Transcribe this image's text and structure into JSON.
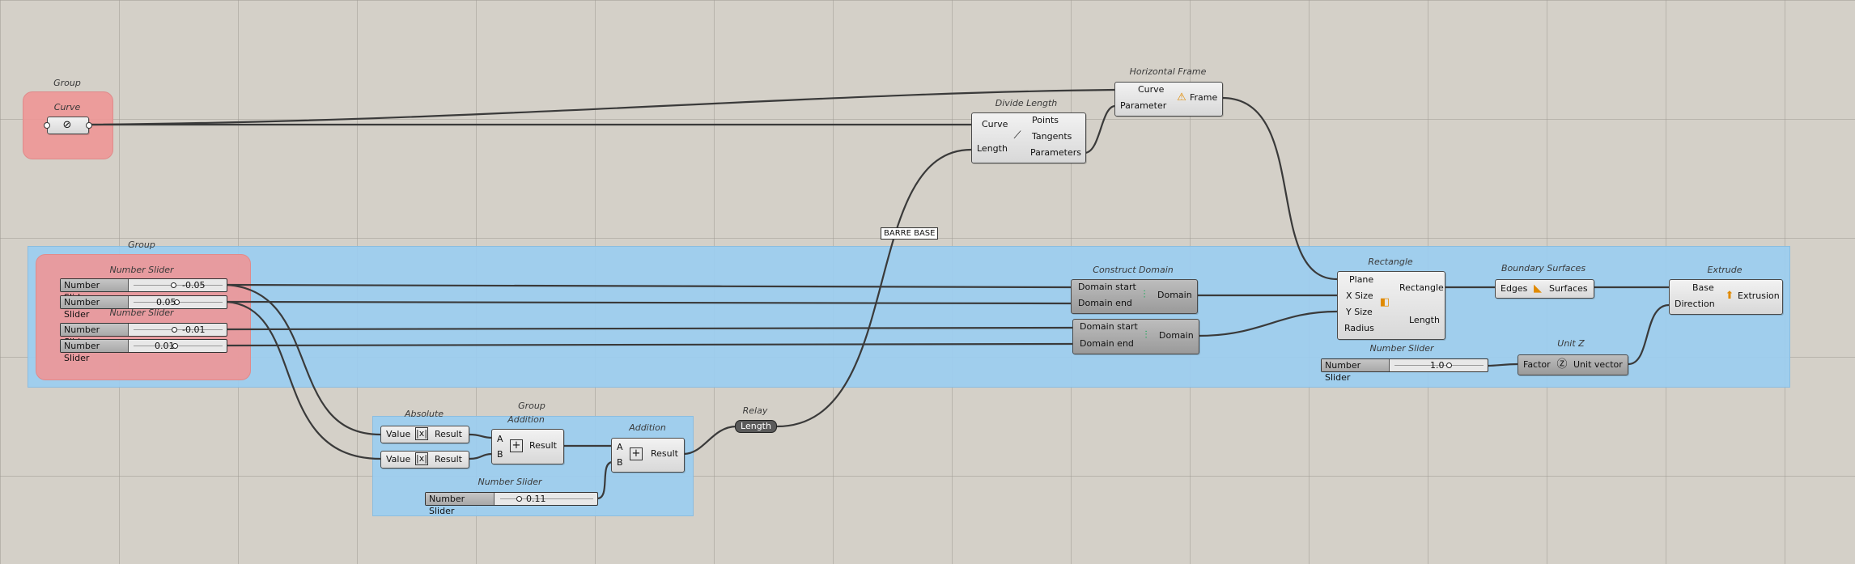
{
  "group_labels": {
    "curve_group": "Group",
    "slider_group": "Group",
    "math_group": "Group"
  },
  "curve_param": {
    "title": "Curve"
  },
  "divide_length": {
    "title": "Divide Length",
    "in1": "Curve",
    "in2": "Length",
    "out1": "Points",
    "out2": "Tangents",
    "out3": "Parameters"
  },
  "horizontal_frame": {
    "title": "Horizontal Frame",
    "in1": "Curve",
    "in2": "Parameter",
    "out1": "Frame"
  },
  "panel_label": "BARRE BASE",
  "number_slider_caption": "Number Slider",
  "sliders": [
    {
      "name": "Number Slider",
      "value": "-0.05"
    },
    {
      "name": "Number Slider",
      "value": "0.05"
    },
    {
      "name": "Number Slider",
      "value": "-0.01"
    },
    {
      "name": "Number Slider",
      "value": "0.01"
    }
  ],
  "construct_domain": {
    "title": "Construct Domain",
    "in1": "Domain start",
    "in2": "Domain end",
    "out1": "Domain"
  },
  "rectangle": {
    "title": "Rectangle",
    "in1": "Plane",
    "in2": "X Size",
    "in3": "Y Size",
    "in4": "Radius",
    "out1": "Rectangle",
    "out2": "Length"
  },
  "boundary_surfaces": {
    "title": "Boundary Surfaces",
    "in1": "Edges",
    "out1": "Surfaces"
  },
  "extrude": {
    "title": "Extrude",
    "in1": "Base",
    "in2": "Direction",
    "out1": "Extrusion"
  },
  "unit_z": {
    "title": "Unit Z",
    "in1": "Factor",
    "out1": "Unit vector"
  },
  "slider_z": {
    "caption": "Number Slider",
    "name": "Number Slider",
    "value": "1.0"
  },
  "absolute": {
    "title": "Absolute",
    "in1": "Value",
    "out1": "Result"
  },
  "addition1": {
    "title": "Addition",
    "in1": "A",
    "in2": "B",
    "out1": "Result"
  },
  "addition2": {
    "title": "Addition",
    "in1": "A",
    "in2": "B",
    "out1": "Result"
  },
  "slider_add": {
    "caption": "Number Slider",
    "name": "Number Slider",
    "value": "0.11"
  },
  "relay": {
    "title": "Relay",
    "label": "Length"
  },
  "icons": {
    "curve": "curve-param-icon",
    "divide": "divide-length-icon",
    "hframe": "horizontal-frame-icon",
    "domain": "construct-domain-icon",
    "rectangle": "rectangle-icon",
    "boundary": "boundary-surfaces-icon",
    "extrude": "extrude-icon",
    "unitz": "unit-z-icon",
    "abs": "absolute-icon",
    "add": "addition-icon"
  }
}
